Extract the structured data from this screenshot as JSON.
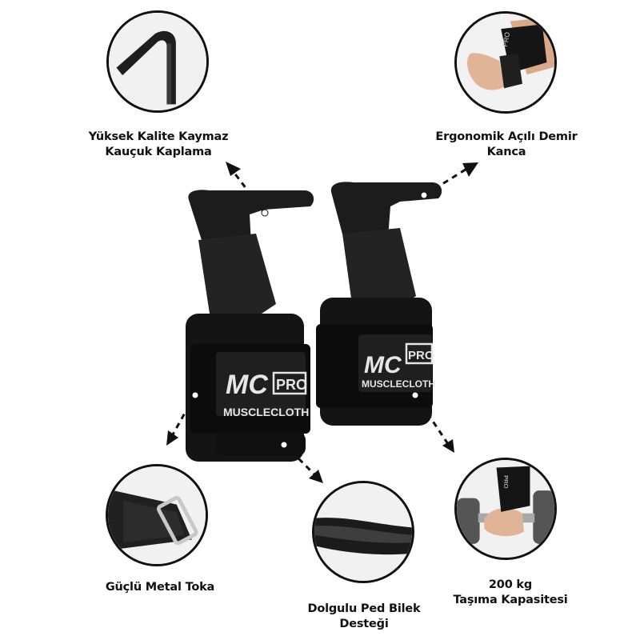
{
  "features": [
    {
      "id": "rubber",
      "lines": [
        "Yüksek Kalite Kaymaz",
        "Kauçuk Kaplama"
      ],
      "icon": "hook-closeup-icon"
    },
    {
      "id": "hook",
      "lines": [
        "Ergonomik Açılı Demir",
        "Kanca"
      ],
      "icon": "hand-wearing-strap-icon"
    },
    {
      "id": "buckle",
      "lines": [
        "Güçlü Metal Toka"
      ],
      "icon": "metal-buckle-icon"
    },
    {
      "id": "pad",
      "lines": [
        "Dolgulu Ped Bilek",
        "Desteği"
      ],
      "icon": "padding-closeup-icon"
    },
    {
      "id": "capacity",
      "lines": [
        "200 kg",
        "Taşıma Kapasitesi"
      ],
      "icon": "dumbbell-grip-icon"
    }
  ],
  "product": {
    "brand_mark": "MC",
    "brand_badge": "PRO",
    "brand_name": "MUSCLECLOTH"
  },
  "colors": {
    "strap": "#141414",
    "hook": "#1c1c1c",
    "label": "#e6e6e6",
    "arrow": "#111111"
  }
}
